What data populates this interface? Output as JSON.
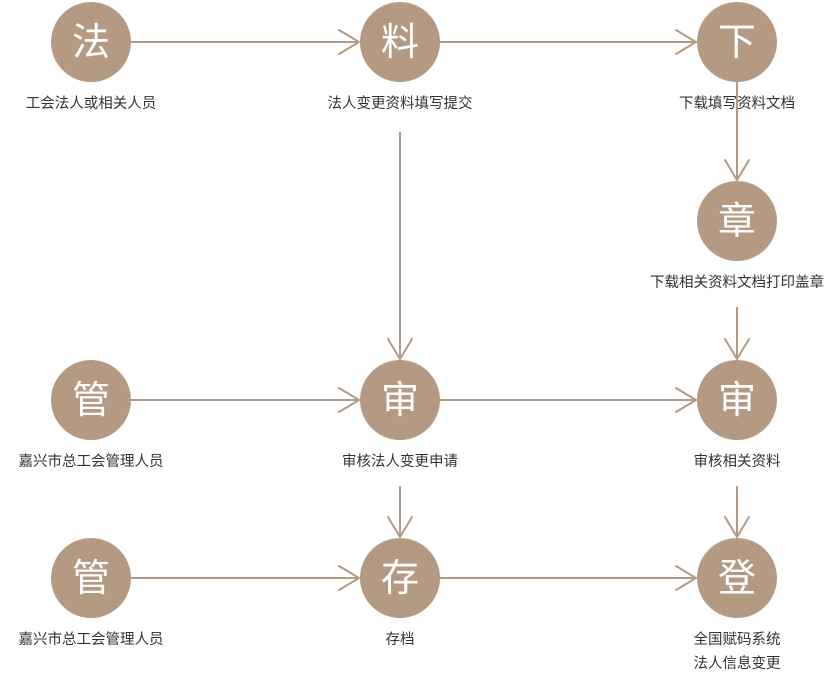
{
  "diagram": {
    "nodes": [
      {
        "id": "fa",
        "glyph": "法",
        "caption": [
          "工会法人或相关人员"
        ]
      },
      {
        "id": "liao",
        "glyph": "料",
        "caption": [
          "法人变更资料填写提交"
        ]
      },
      {
        "id": "xia",
        "glyph": "下",
        "caption": [
          "下载填写资料文档"
        ]
      },
      {
        "id": "zhang",
        "glyph": "章",
        "caption": [
          "下载相关资料文档打印盖章"
        ]
      },
      {
        "id": "guan1",
        "glyph": "管",
        "caption": [
          "嘉兴市总工会管理人员"
        ]
      },
      {
        "id": "shen1",
        "glyph": "审",
        "caption": [
          "审核法人变更申请"
        ]
      },
      {
        "id": "shen2",
        "glyph": "审",
        "caption": [
          "审核相关资料"
        ]
      },
      {
        "id": "guan2",
        "glyph": "管",
        "caption": [
          "嘉兴市总工会管理人员"
        ]
      },
      {
        "id": "cun",
        "glyph": "存",
        "caption": [
          "存档"
        ]
      },
      {
        "id": "deng",
        "glyph": "登",
        "caption": [
          "全国赋码系统",
          "法人信息变更"
        ]
      }
    ],
    "edges": [
      {
        "from": "fa",
        "to": "liao"
      },
      {
        "from": "liao",
        "to": "xia"
      },
      {
        "from": "xia",
        "to": "zhang"
      },
      {
        "from": "liao",
        "to": "shen1"
      },
      {
        "from": "zhang",
        "to": "shen2"
      },
      {
        "from": "guan1",
        "to": "shen1"
      },
      {
        "from": "shen1",
        "to": "shen2"
      },
      {
        "from": "shen1",
        "to": "cun"
      },
      {
        "from": "shen2",
        "to": "deng"
      },
      {
        "from": "guan2",
        "to": "cun"
      },
      {
        "from": "cun",
        "to": "deng"
      }
    ],
    "colors": {
      "node_fill": "#b49a83",
      "edge": "#b49a83",
      "glyph": "#ffffff",
      "caption": "#333333"
    }
  }
}
